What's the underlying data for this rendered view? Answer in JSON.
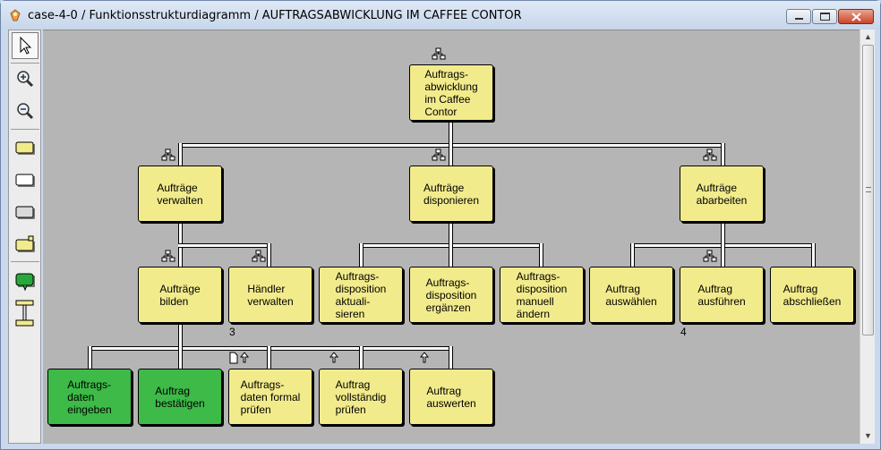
{
  "window": {
    "title": "case-4-0 / Funktionsstrukturdiagramm / AUFTRAGSABWICKLUNG IM CAFFEE CONTOR"
  },
  "toolbox": {
    "tools": [
      {
        "name": "select-tool",
        "icon": "arrow-pointer-icon"
      },
      {
        "name": "zoom-in-tool",
        "icon": "zoom-in-icon"
      },
      {
        "name": "zoom-out-tool",
        "icon": "zoom-out-icon"
      },
      {
        "name": "yellow-box-tool",
        "icon": "yellow-rect-icon"
      },
      {
        "name": "white-box-tool",
        "icon": "white-rect-icon"
      },
      {
        "name": "gray-box-tool",
        "icon": "gray-rect-icon"
      },
      {
        "name": "yellow-note-tool",
        "icon": "note-rect-icon"
      },
      {
        "name": "green-box-tool",
        "icon": "green-rect-icon"
      },
      {
        "name": "connector-tool",
        "icon": "connector-icon"
      }
    ]
  },
  "colors": {
    "node_yellow": "#f2eb8c",
    "node_green": "#3dba48",
    "canvas": "#b5b5b5"
  },
  "diagram": {
    "root": {
      "label": "Auftrags-\nabwicklung\nim Caffee\nContor"
    },
    "level1": [
      {
        "label": "Aufträge\nverwalten"
      },
      {
        "label": "Aufträge\ndisponieren"
      },
      {
        "label": "Aufträge\nabarbeiten"
      }
    ],
    "level2": [
      {
        "label": "Aufträge\nbilden"
      },
      {
        "label": "Händler\nverwalten"
      },
      {
        "label": "Auftrags-\ndisposition\naktuali-\nsieren"
      },
      {
        "label": "Auftrags-\ndisposition\nergänzen"
      },
      {
        "label": "Auftrags-\ndisposition\nmanuell\nändern"
      },
      {
        "label": "Auftrag\nauswählen"
      },
      {
        "label": "Auftrag\nausführen"
      },
      {
        "label": "Auftrag\nabschließen"
      }
    ],
    "level3": [
      {
        "label": "Auftrags-\ndaten\neingeben"
      },
      {
        "label": "Auftrag\nbestätigen"
      },
      {
        "label": "Auftrags-\ndaten formal\nprüfen"
      },
      {
        "label": "Auftrag\nvollständig\nprüfen"
      },
      {
        "label": "Auftrag\nauswerten"
      }
    ],
    "counts": {
      "haendler": "3",
      "ausfuehren": "4"
    }
  }
}
